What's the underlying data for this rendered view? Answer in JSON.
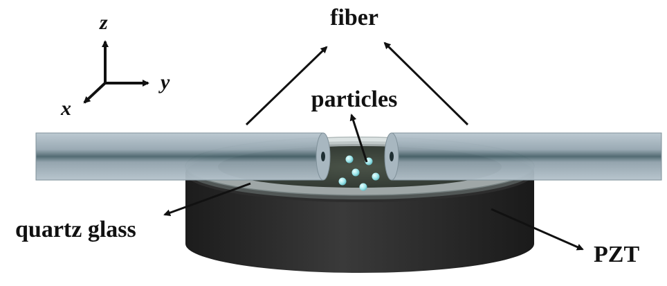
{
  "labels": {
    "fiber": "fiber",
    "particles": "particles",
    "quartz_glass": "quartz glass",
    "pzt": "PZT"
  },
  "axes": {
    "x": "x",
    "y": "y",
    "z": "z"
  },
  "colors": {
    "pzt_body": "#2a2a2a",
    "liquid": "#3a4238",
    "fiber": "#98a8b2",
    "fiber_core": "#3f5a62",
    "particle": "#9fe6ea",
    "arrow": "#111111"
  },
  "particle_count": 6
}
